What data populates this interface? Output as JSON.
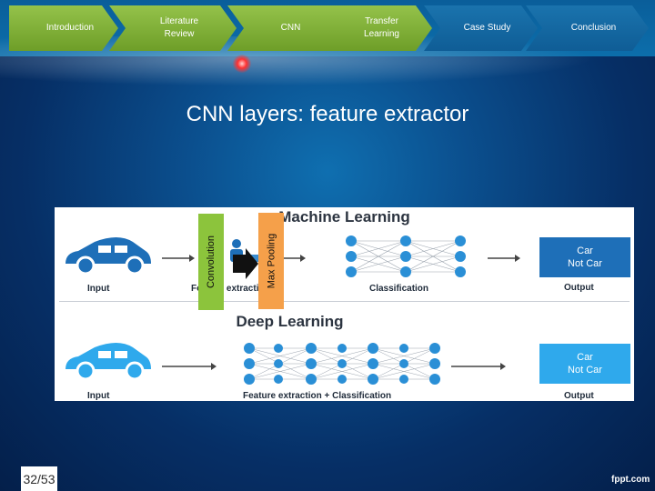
{
  "nav": {
    "items": [
      {
        "label": "Introduction",
        "style": "green"
      },
      {
        "label": "Literature Review",
        "style": "green"
      },
      {
        "label": "CNN",
        "style": "green"
      },
      {
        "label": "Transfer Learning",
        "style": "green"
      },
      {
        "label": "Case Study",
        "style": "blue"
      },
      {
        "label": "Conclusion",
        "style": "blue"
      }
    ]
  },
  "slide": {
    "title": "CNN layers: feature extractor",
    "number": "32/53",
    "brand": "fppt.com"
  },
  "figure": {
    "ml_title": "Machine Learning",
    "dl_title": "Deep Learning",
    "ml_labels": {
      "input": "Input",
      "feature": "Feature extraction",
      "classification": "Classification",
      "output": "Output"
    },
    "dl_labels": {
      "input": "Input",
      "feature": "Feature extraction + Classification",
      "output": "Output"
    },
    "ml_output": {
      "line1": "Car",
      "line2": "Not Car"
    },
    "dl_output": {
      "line1": "Car",
      "line2": "Not Car"
    },
    "overlay_convolution": "Convolution",
    "overlay_maxpool": "Max Pooling"
  },
  "colors": {
    "nav_green": "#7fb23a",
    "nav_blue": "#1466a3",
    "car_dark": "#1e6fb8",
    "car_light": "#2fa9ec",
    "node_blue": "#2a8fd6",
    "overlay_green": "#8cc43c",
    "overlay_orange": "#f5a04a"
  }
}
